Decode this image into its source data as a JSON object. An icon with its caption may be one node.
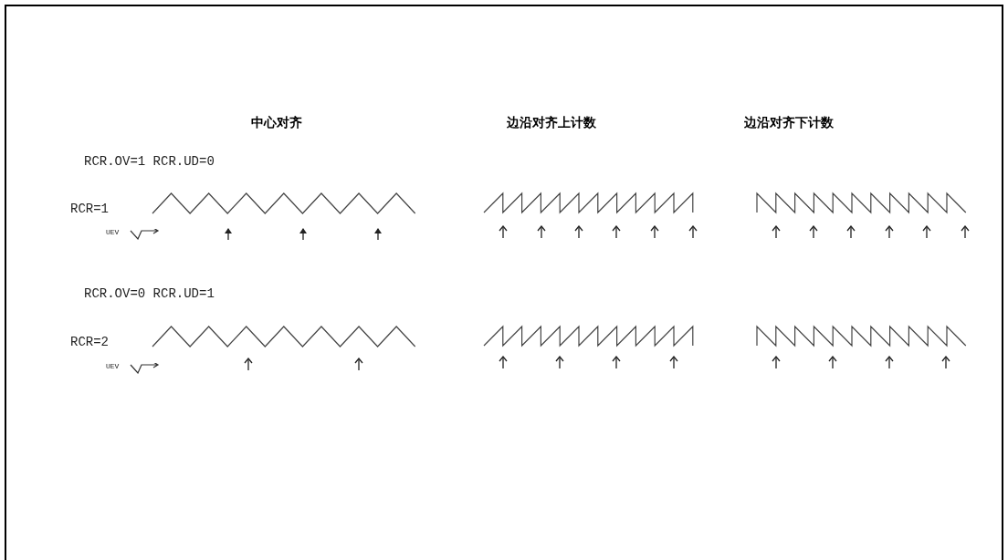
{
  "diagram": {
    "labels": [
      "中心对齐",
      "边沿对齐上计数",
      "边沿对齐下计数",
      "RCR.OV=1 RCR.UD=0",
      "RCR=1",
      "UEV",
      "RCR.OV=0 RCR.UD=1",
      "RCR=2",
      "UEV"
    ]
  }
}
